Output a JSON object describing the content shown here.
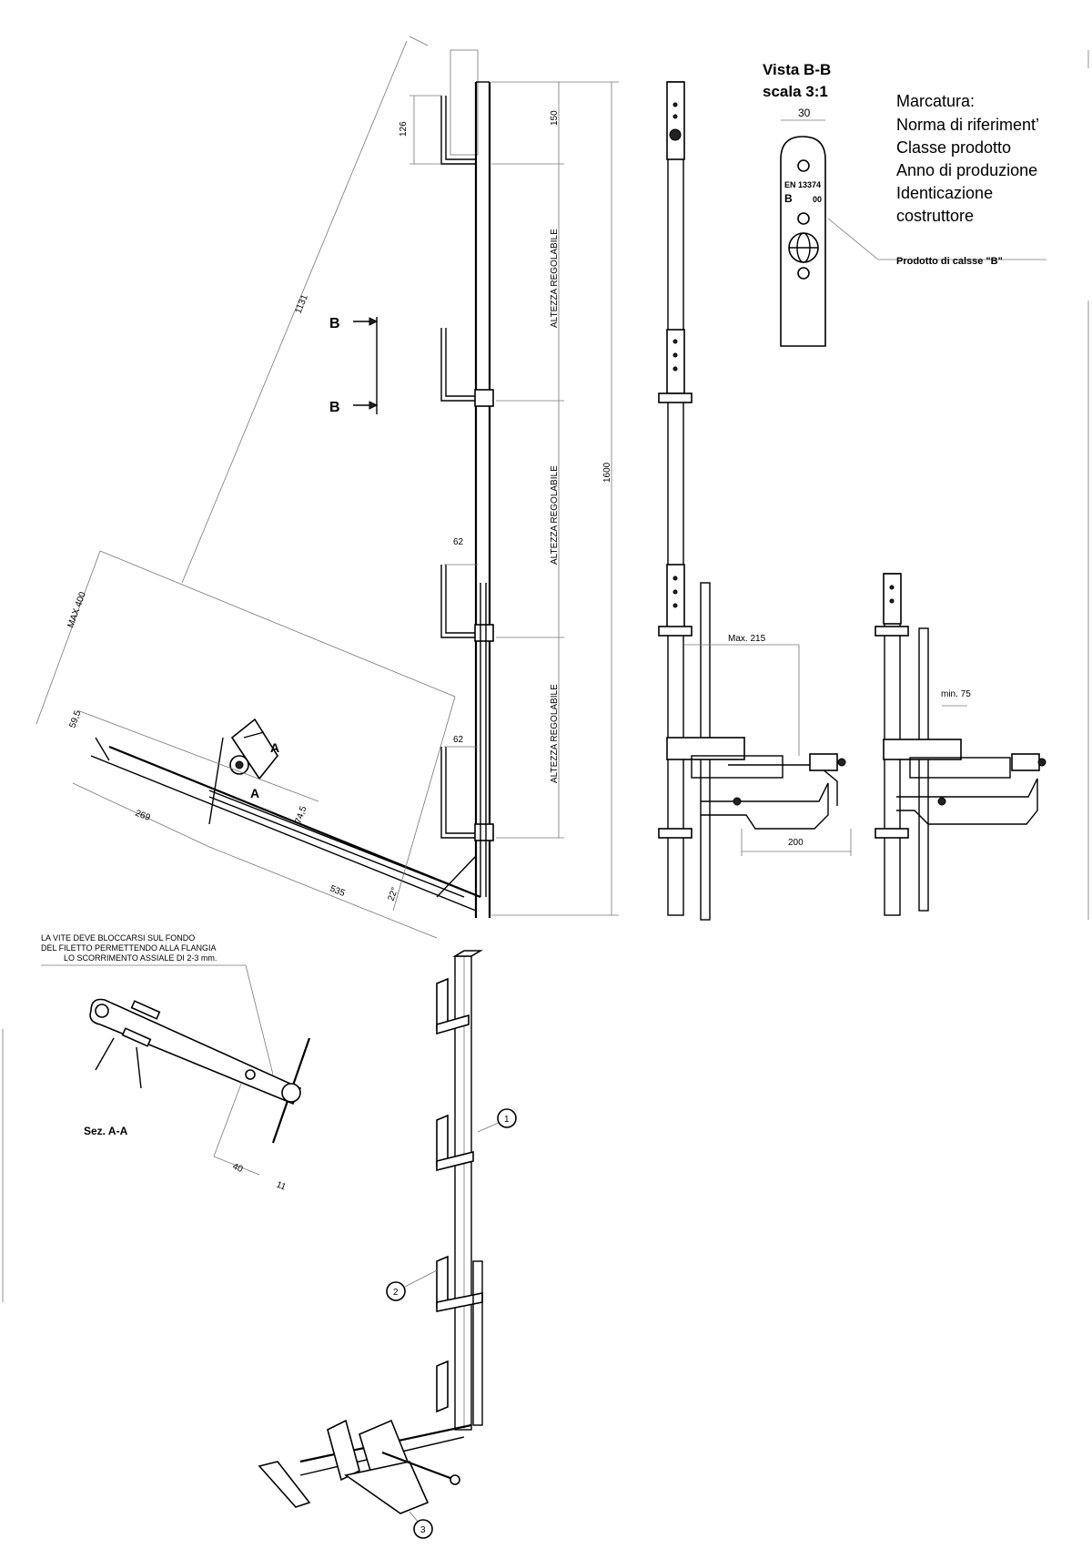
{
  "section_marker": {
    "letter": "B",
    "label_top": "B",
    "label_bottom": "B"
  },
  "section_a": {
    "label_top": "A",
    "label_bottom": "A"
  },
  "view_bb": {
    "title": "Vista B-B",
    "scale": "scala 3:1",
    "width_dim": "30",
    "stamp_line1": "EN  13374",
    "stamp_line2_left": "B",
    "stamp_line2_right": "00"
  },
  "marking": {
    "heading": "Marcatura:",
    "lines": [
      "Norma di riferiment’",
      "Classe prodotto",
      "Anno di produzione",
      "Identicazione",
      "costruttore"
    ],
    "callout": "Prodotto di calsse \"B\""
  },
  "side_view_dims": {
    "top_height": "150",
    "top_bracket": "126",
    "diagonal": "1131",
    "total_height": "1600",
    "adjustable": [
      "ALTEZZA REGOLABILE",
      "ALTEZZA REGOLABILE",
      "ALTEZZA REGOLABILE"
    ],
    "bracket_width_1": "62",
    "bracket_width_2": "62",
    "max_400": "MAX 400",
    "d_59_5": "59,5",
    "d_269": "269",
    "d_74_5": "74,5",
    "d_535": "535",
    "angle": "22°"
  },
  "front_view_dims": {
    "max_215": "Max. 215",
    "d_200": "200",
    "min_75": "min. 75"
  },
  "section_aa": {
    "note_lines": [
      "LA VITE DEVE BLOCCARSI SUL FONDO",
      "DEL FILETTO PERMETTENDO ALLA FLANGIA",
      "LO SCORRIMENTO ASSIALE DI 2-3 mm."
    ],
    "label": "Sez. A-A",
    "d_40": "40",
    "d_11": "11"
  },
  "callouts": [
    "1",
    "2",
    "3"
  ]
}
